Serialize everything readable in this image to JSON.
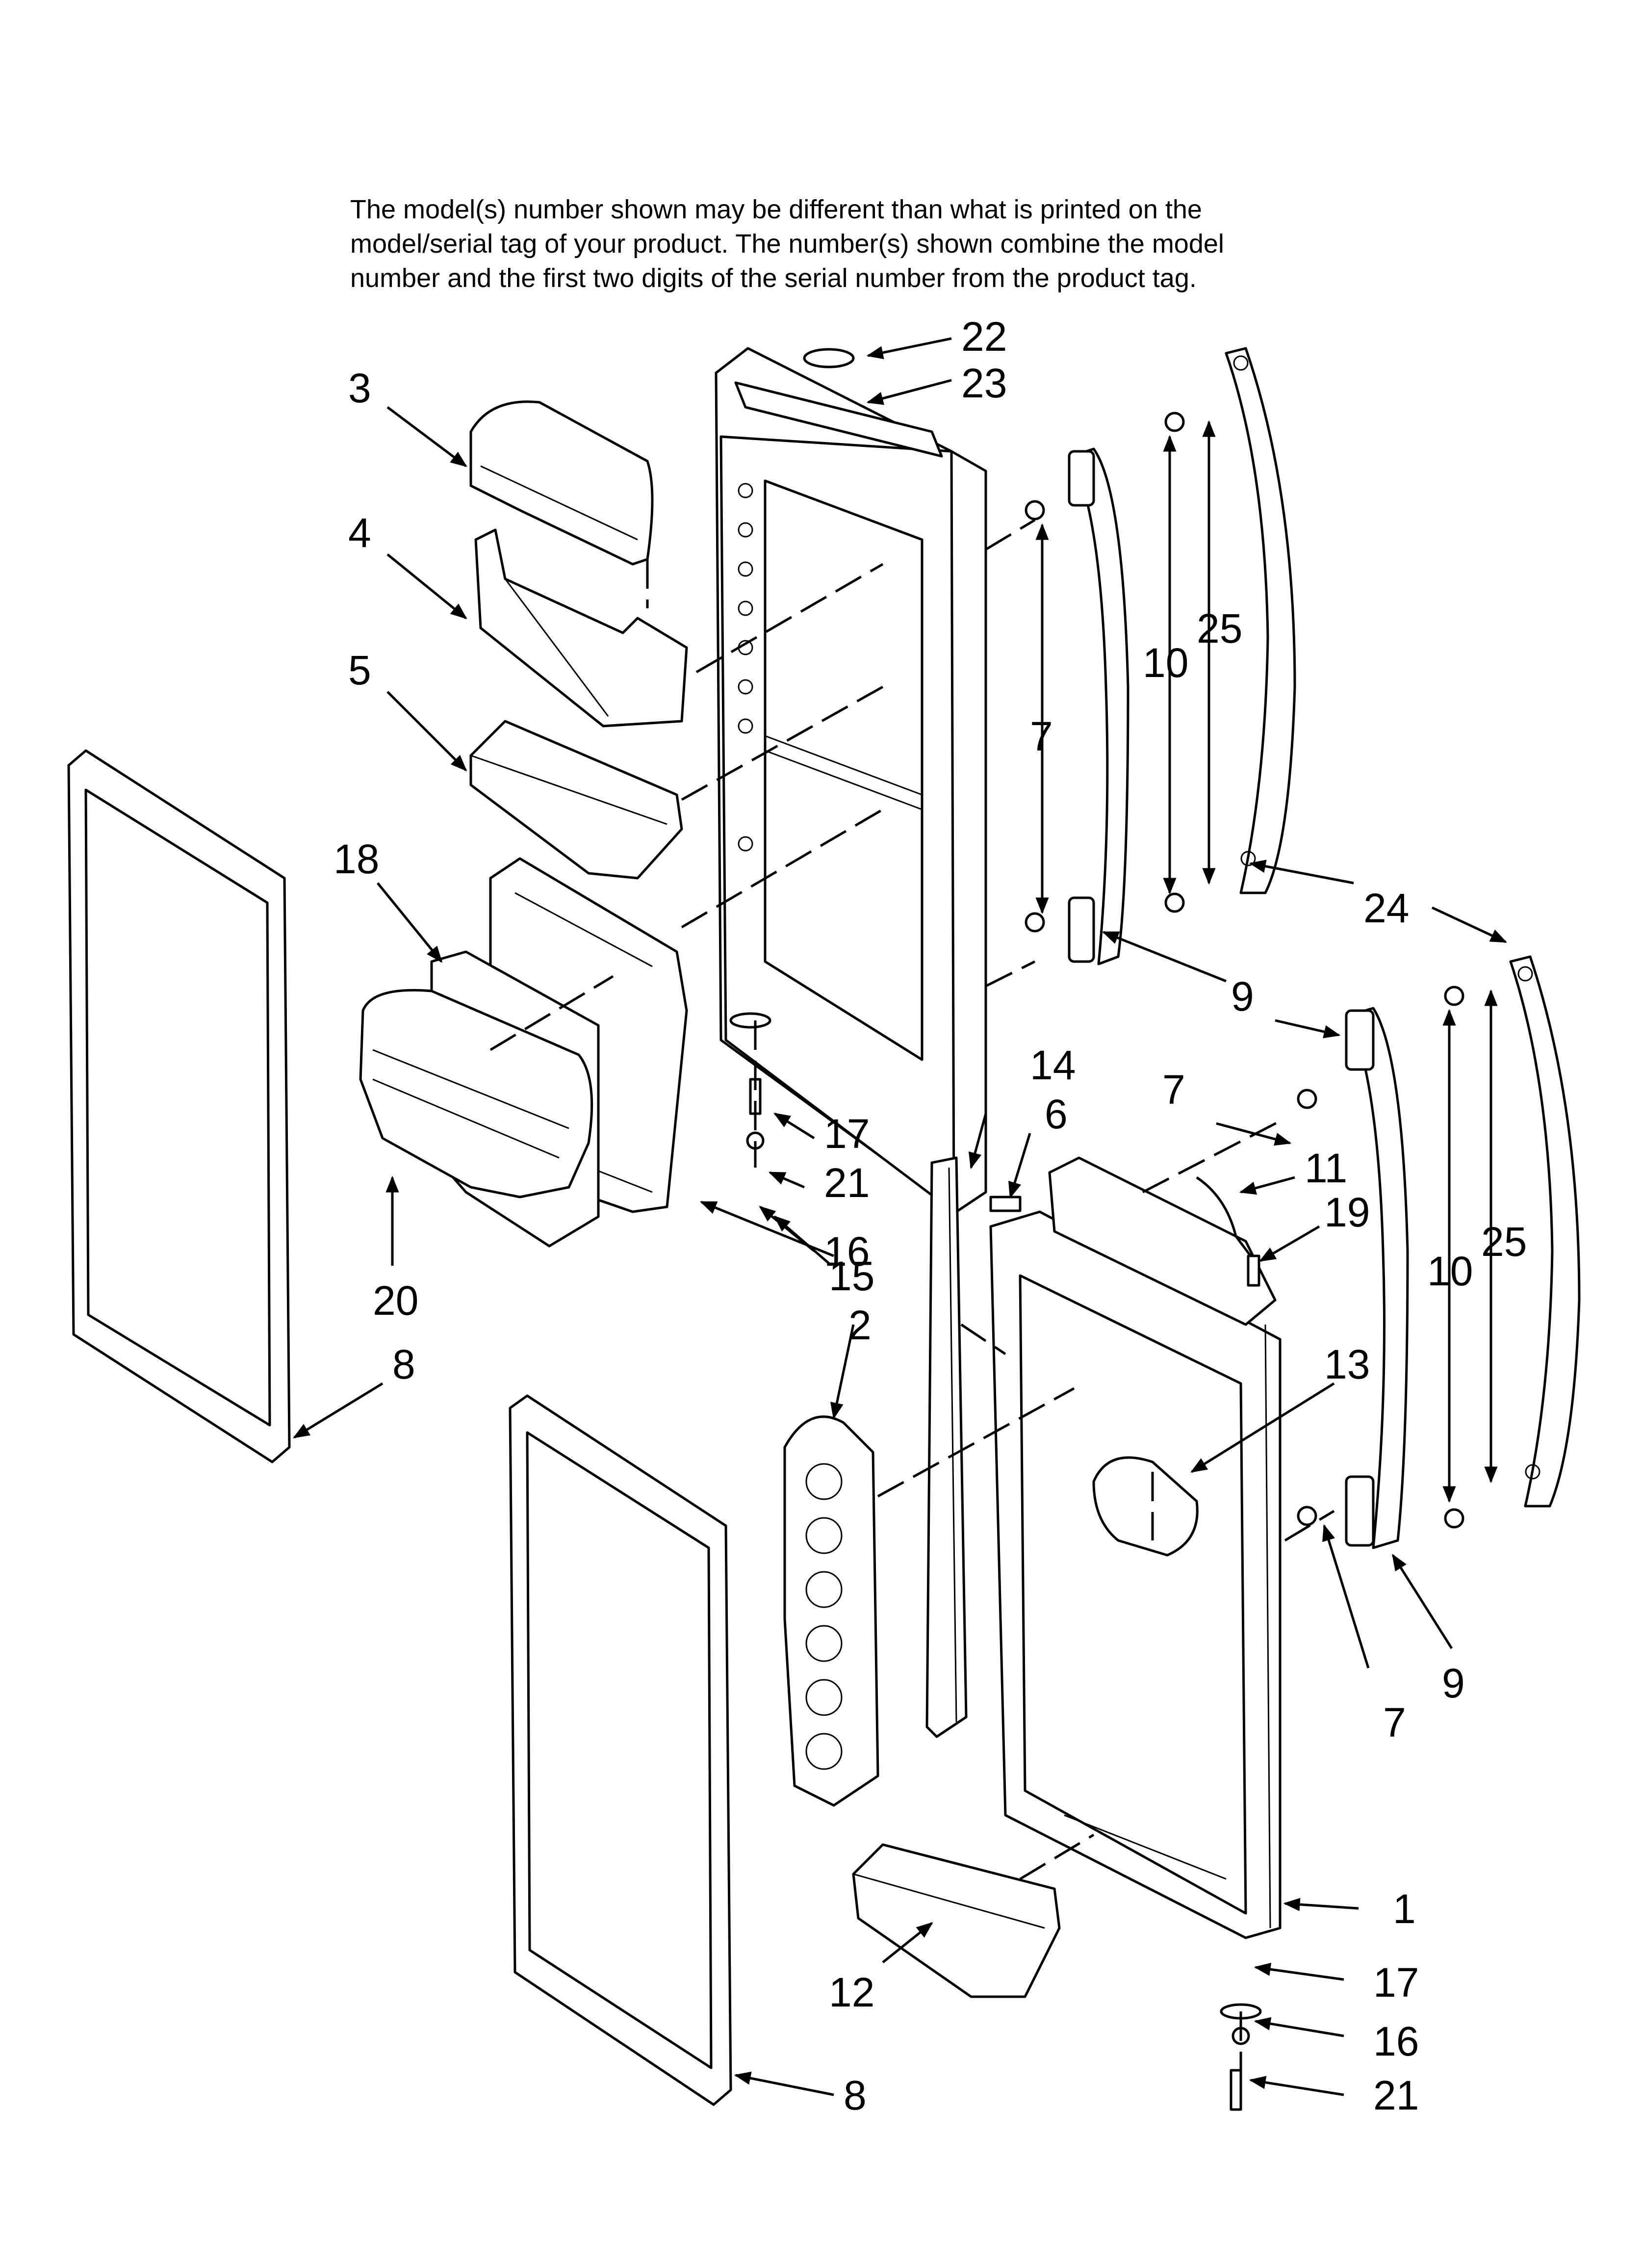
{
  "note": {
    "line1": "The model(s) number shown may be different than what is printed on the",
    "line2": "model/serial tag of your product. The number(s) shown combine the model",
    "line3": "number and the first two digits of the serial number from the product tag."
  },
  "callouts": {
    "c22": "22",
    "c23": "23",
    "c3": "3",
    "c4": "4",
    "c5": "5",
    "c7a": "7",
    "c10a": "10",
    "c25a": "25",
    "c18": "18",
    "c24": "24",
    "c9a": "9",
    "c7b": "7",
    "c17a": "17",
    "c14": "14",
    "c6": "6",
    "c21a": "21",
    "c11": "11",
    "c16a": "16",
    "c19": "19",
    "c15": "15",
    "c20": "20",
    "c10b": "10",
    "c25b": "25",
    "c8a": "8",
    "c2": "2",
    "c13": "13",
    "c7c": "7",
    "c9b": "9",
    "c1": "1",
    "c17b": "17",
    "c12": "12",
    "c16b": "16",
    "c8b": "8",
    "c21b": "21"
  },
  "colors": {
    "line": "#000000",
    "background": "#ffffff"
  }
}
